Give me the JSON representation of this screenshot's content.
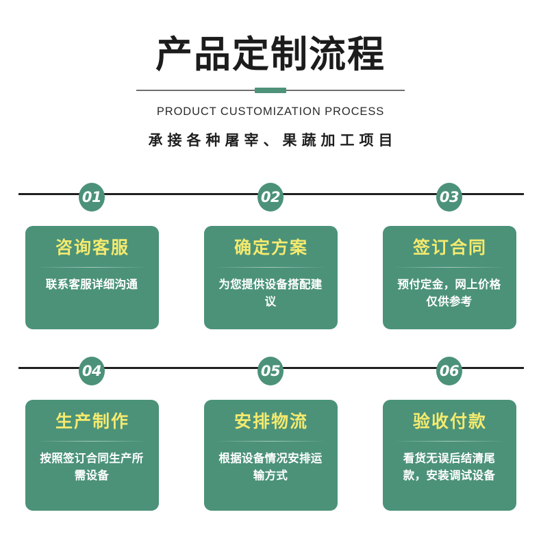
{
  "header": {
    "title": "产品定制流程",
    "subtitle_en": "PRODUCT CUSTOMIZATION PROCESS",
    "subtitle_cn": "承接各种屠宰、果蔬加工项目",
    "accent_color": "#4d9279",
    "rule_color": "#6e6e6e"
  },
  "theme": {
    "card_green": "#4b9279",
    "badge_green": "#4b9279",
    "title_yellow": "#f5ea6e",
    "desc_white": "#ffffff",
    "rail_black": "#1f1f1f",
    "page_background": "#ffffff"
  },
  "steps": [
    {
      "number": "01",
      "title": "咨询客服",
      "desc": "联系客服详细沟通"
    },
    {
      "number": "02",
      "title": "确定方案",
      "desc": "为您提供设备搭配建议"
    },
    {
      "number": "03",
      "title": "签订合同",
      "desc": "预付定金，网上价格仅供参考"
    },
    {
      "number": "04",
      "title": "生产制作",
      "desc": "按照签订合同生产所需设备"
    },
    {
      "number": "05",
      "title": "安排物流",
      "desc": "根据设备情况安排运输方式"
    },
    {
      "number": "06",
      "title": "验收付款",
      "desc": "看货无误后结清尾款，安装调试设备"
    }
  ]
}
